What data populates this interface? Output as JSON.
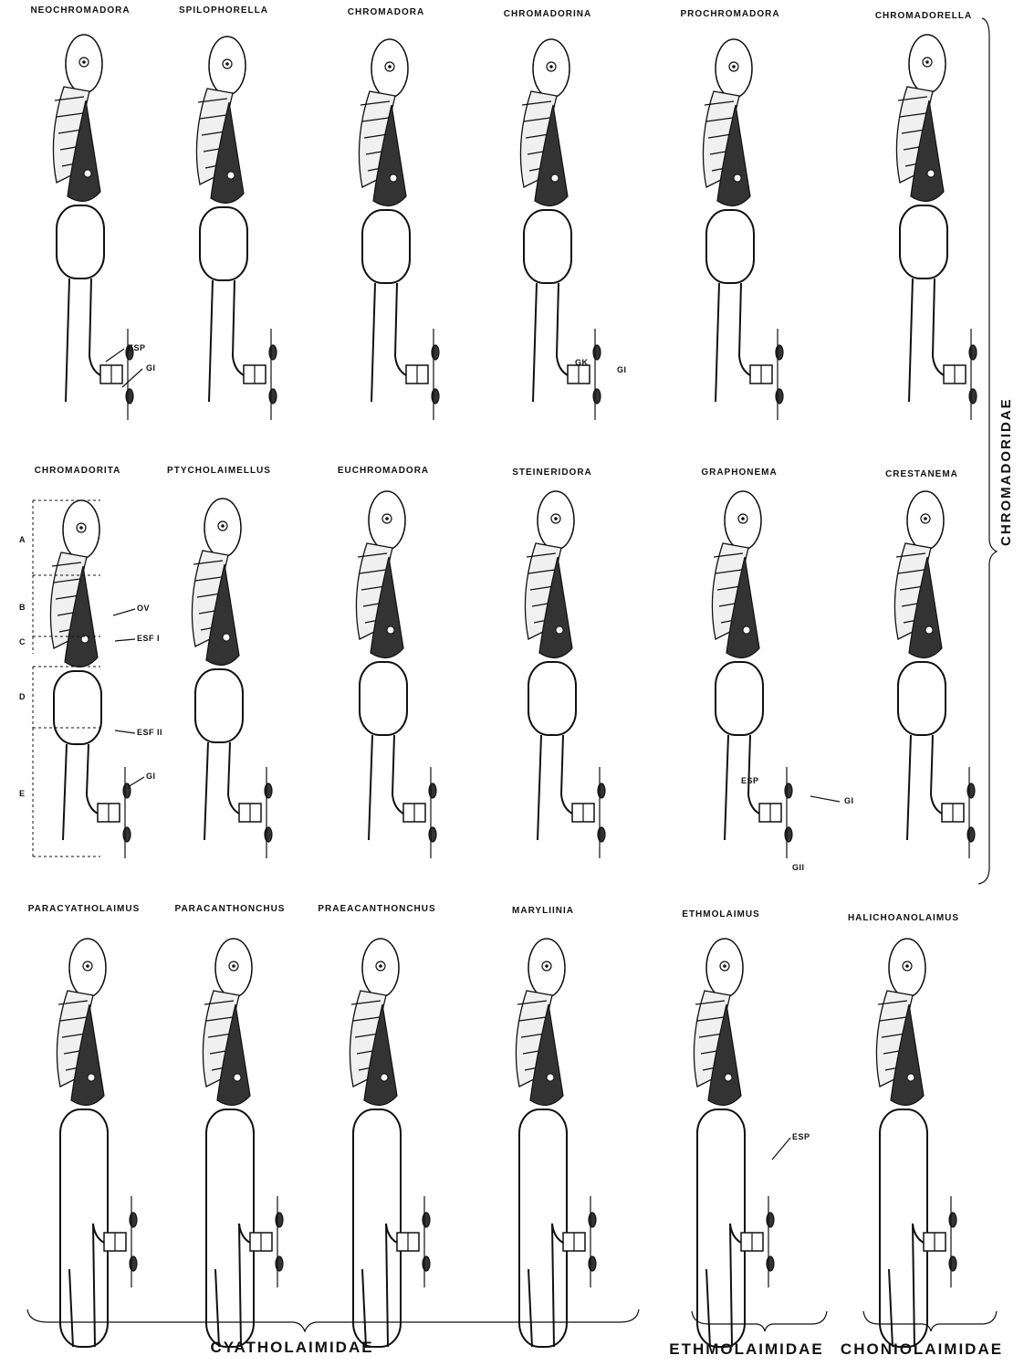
{
  "genera": [
    {
      "label": "NEOCHROMADORA"
    },
    {
      "label": "SPILOPHORELLA"
    },
    {
      "label": "CHROMADORA"
    },
    {
      "label": "CHROMADORINA"
    },
    {
      "label": "PROCHROMADORA"
    },
    {
      "label": "CHROMADORELLA"
    },
    {
      "label": "CHROMADORITA"
    },
    {
      "label": "PTYCHOLAIMELLUS"
    },
    {
      "label": "EUCHROMADORA"
    },
    {
      "label": "STEINERIDORA"
    },
    {
      "label": "GRAPHONEMA"
    },
    {
      "label": "CRESTANEMA"
    },
    {
      "label": "PARACYATHOLAIMUS"
    },
    {
      "label": "PARACANTHONCHUS"
    },
    {
      "label": "PRAEACANTHONCHUS"
    },
    {
      "label": "MARYLIINIA"
    },
    {
      "label": "ETHMOLAIMUS"
    },
    {
      "label": "HALICHOANOLAIMUS"
    }
  ],
  "families": {
    "chromadoridae": "CHROMADORIDAE",
    "cyatholaimidae": "CYATHOLAIMIDAE",
    "ethmolaimidae": "ETHMOLAIMIDAE",
    "choniolaimidae": "CHONIOLAIMIDAE"
  },
  "callouts": {
    "esp": "ESP",
    "gi": "GI",
    "gk": "GK",
    "ov": "OV",
    "esfi": "ESF I",
    "esfii": "ESF II",
    "gii": "GII",
    "a": "A",
    "b": "B",
    "c": "C",
    "d": "D",
    "e": "E"
  }
}
